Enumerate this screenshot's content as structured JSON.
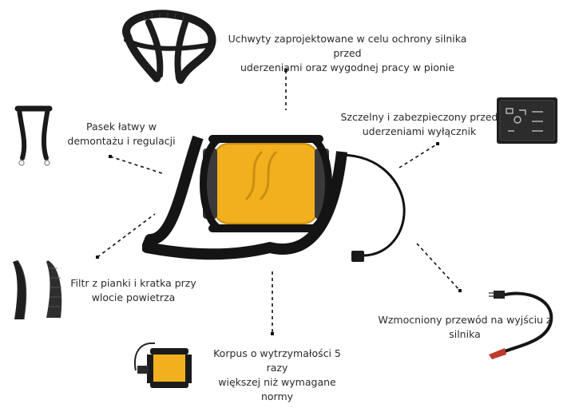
{
  "features": {
    "handles": {
      "line1": "Uchwyty zaprojektowane w celu ochrony silnika przed",
      "line2": "uderzeniami oraz wygodnej pracy w pionie"
    },
    "strap": {
      "line1": "Pasek łatwy w",
      "line2": "demontażu i regulacji"
    },
    "switch": {
      "line1": "Szczelny i zabezpieczony przed",
      "line2": "uderzeniami wyłącznik"
    },
    "filter": {
      "line1": "Filtr z pianki i kratka przy",
      "line2": "wlocie powietrza"
    },
    "cable": {
      "line1": "Wzmocniony przewód na wyjściu z",
      "line2": "silnika"
    },
    "body": {
      "line1": "Korpus o wytrzymałości 5 razy",
      "line2": "większej niż wymagane normy"
    }
  },
  "product": {
    "housing_color": "#f2b01e",
    "strap_color": "#141414"
  }
}
